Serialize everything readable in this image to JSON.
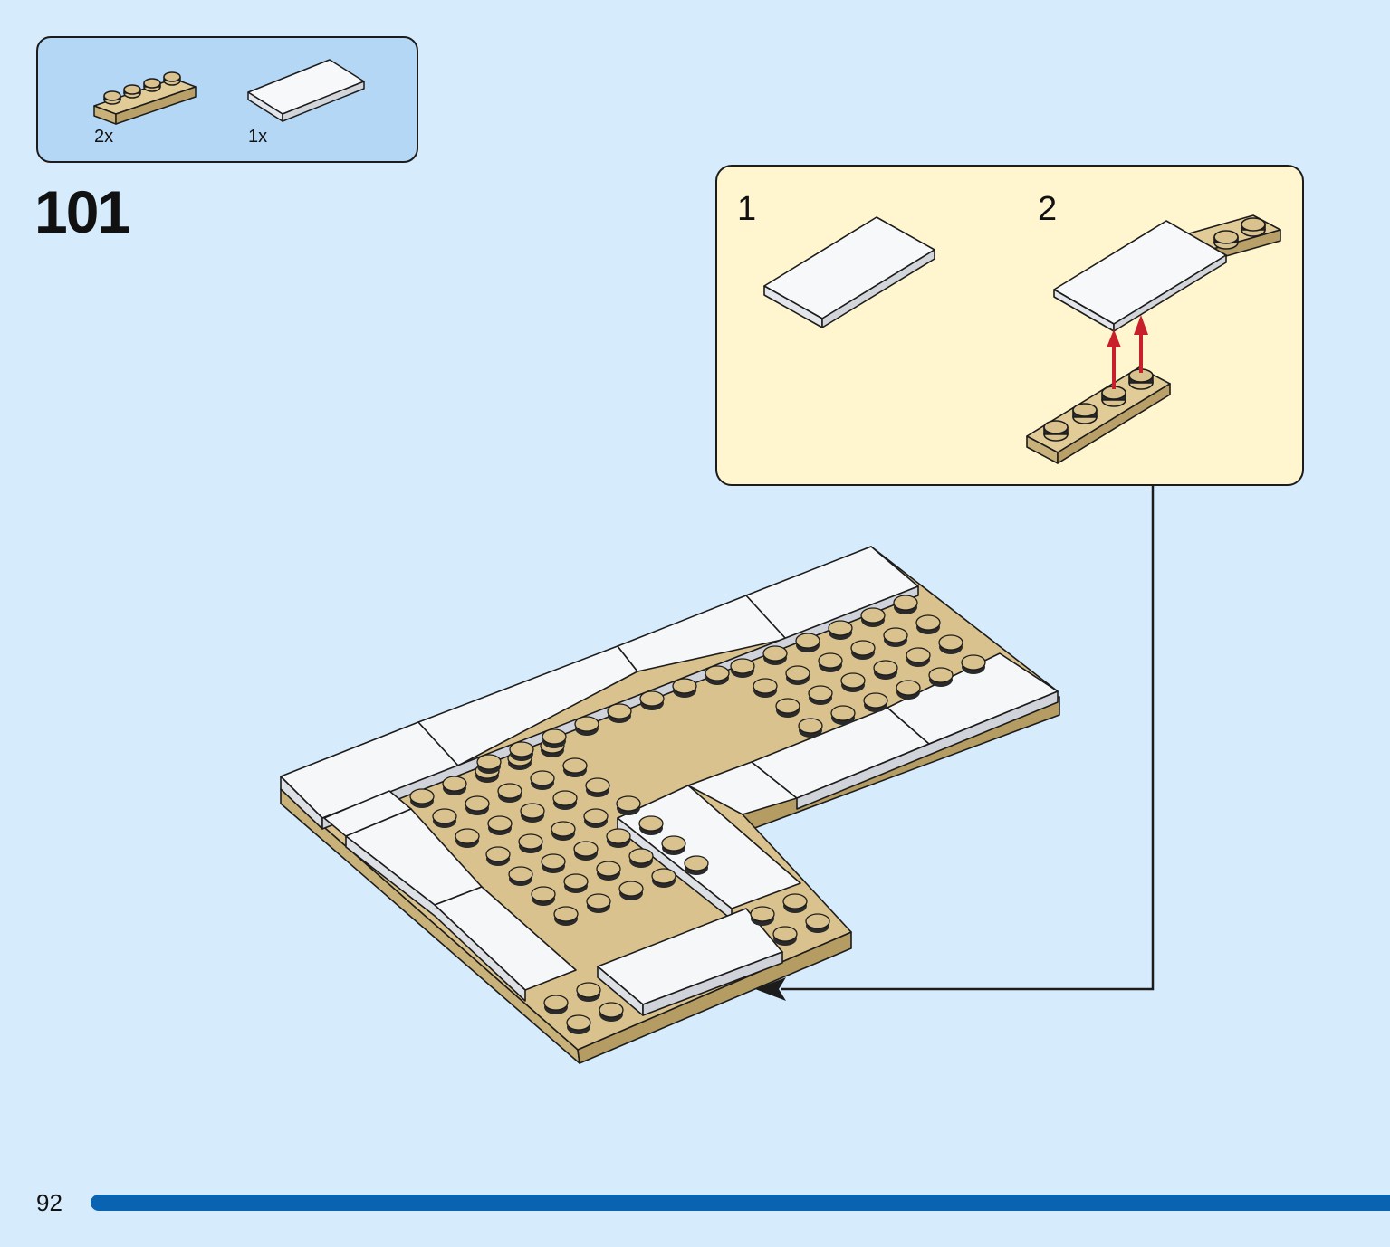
{
  "parts": [
    {
      "icon": "tan-plate-1x4-icon",
      "qty": "2x"
    },
    {
      "icon": "white-tile-2x4-icon",
      "qty": "1x"
    }
  ],
  "step": {
    "number": "101"
  },
  "sub_steps": [
    {
      "label": "1"
    },
    {
      "label": "2"
    }
  ],
  "footer": {
    "page_number": "92"
  },
  "colors": {
    "background": "#d6ebfb",
    "parts_box": "#b4d7f5",
    "sub_box": "#fff6cf",
    "tan": "#d9c28e",
    "tan_dark": "#b59c62",
    "white_tile": "#f4f6f8",
    "arrow_red": "#c8202a",
    "progress_bar": "#0a63b0"
  }
}
